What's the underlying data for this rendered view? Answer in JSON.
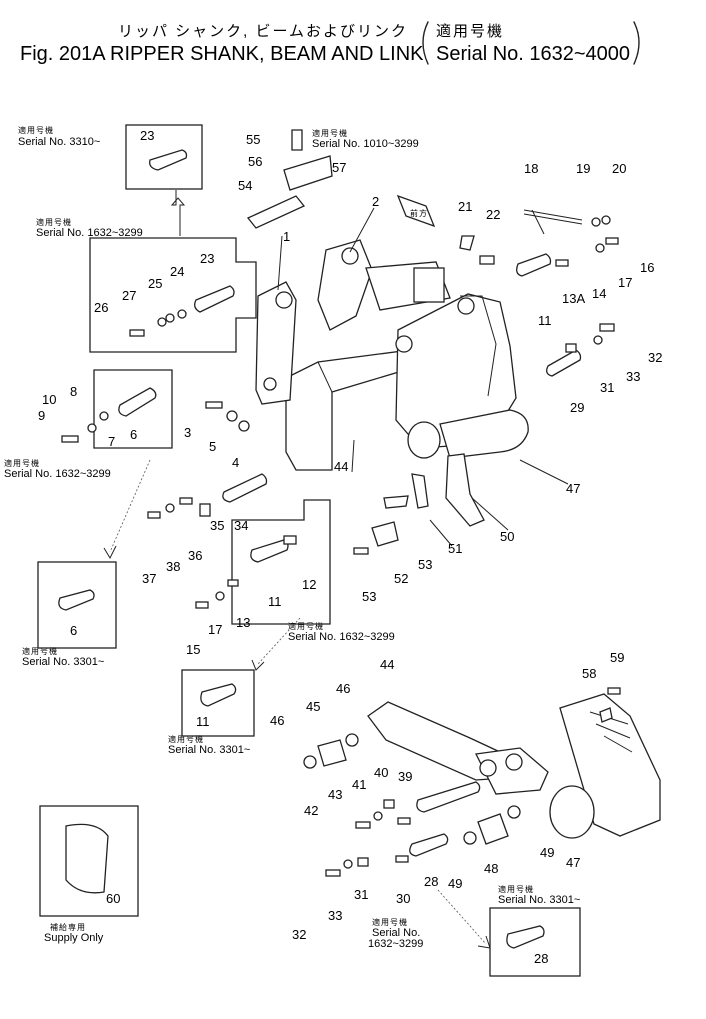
{
  "title": {
    "japanese": "リッパ シャンク, ビームおよびリンク",
    "english": "Fig. 201A  RIPPER SHANK, BEAM AND LINK",
    "applicable_jp": "適用号機",
    "serial": "Serial No. 1632~4000"
  },
  "serial_notes": [
    {
      "jp": "適用号機",
      "text": "Serial  No. 3310~"
    },
    {
      "jp": "適用号機",
      "text": "Serial  No. 1010~3299"
    },
    {
      "jp": "適用号機",
      "text": "Serial  No. 1632~3299"
    },
    {
      "jp": "適用号機",
      "text": "Serial  No. 1632~3299"
    },
    {
      "jp": "適用号機",
      "text": "Serial  No. 3301~"
    },
    {
      "jp": "適用号機",
      "text": "Serial  No. 1632~3299"
    },
    {
      "jp": "適用号機",
      "text": "Serial  No. 3301~"
    },
    {
      "jp": "適用号機",
      "text": "Serial  No. 3301~"
    },
    {
      "jp": "適用号機",
      "text": "Serial  No."
    },
    {
      "jp": "",
      "text": "1632~3299"
    }
  ],
  "supply": {
    "jp": "補給専用",
    "text": "Supply Only"
  },
  "callouts": [
    "1",
    "2",
    "3",
    "4",
    "5",
    "6",
    "6",
    "7",
    "8",
    "9",
    "10",
    "11",
    "11",
    "11",
    "12",
    "13",
    "13A",
    "14",
    "15",
    "16",
    "17",
    "17",
    "18",
    "19",
    "20",
    "21",
    "22",
    "23",
    "23",
    "24",
    "25",
    "26",
    "27",
    "28",
    "28",
    "29",
    "30",
    "31",
    "31",
    "32",
    "32",
    "33",
    "33",
    "34",
    "35",
    "36",
    "37",
    "38",
    "39",
    "40",
    "41",
    "42",
    "43",
    "44",
    "44",
    "45",
    "46",
    "46",
    "47",
    "47",
    "48",
    "49",
    "49",
    "50",
    "51",
    "52",
    "53",
    "53",
    "54",
    "55",
    "56",
    "57",
    "58",
    "59",
    "60"
  ],
  "arrow_label": "前方"
}
